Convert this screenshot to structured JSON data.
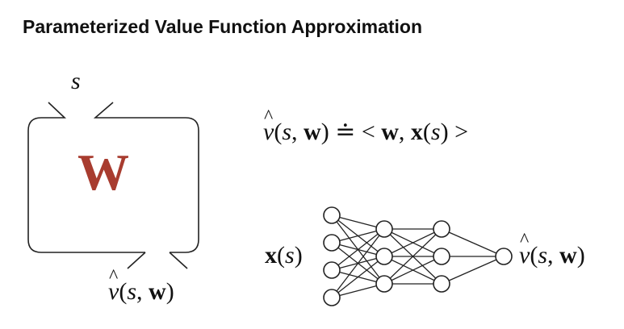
{
  "slide": {
    "title": "Parameterized Value Function Approximation"
  },
  "box": {
    "input_label": "s",
    "weight_symbol": "W",
    "output_label": {
      "v": "v",
      "open": "(",
      "s": "s",
      "comma": ", ",
      "w": "w",
      "close": ")"
    }
  },
  "linear_formula": {
    "v": "v",
    "open": "(",
    "s": "s",
    "comma": ", ",
    "w": "w",
    "close": ")",
    "defeq": " ≐ < ",
    "w2": "w",
    "comma2": ", ",
    "x": "x",
    "open2": "(",
    "s2": "s",
    "close2": ")",
    "end": " >"
  },
  "network": {
    "input_label": {
      "x": "x",
      "open": "(",
      "s": "s",
      "close": ")"
    },
    "output_label": {
      "v": "v",
      "open": "(",
      "s": "s",
      "comma": ", ",
      "w": "w",
      "close": ")"
    },
    "layer_sizes": [
      4,
      3,
      3,
      1
    ]
  },
  "colors": {
    "weight_symbol": "#a83c2f",
    "lines": "#222222"
  }
}
